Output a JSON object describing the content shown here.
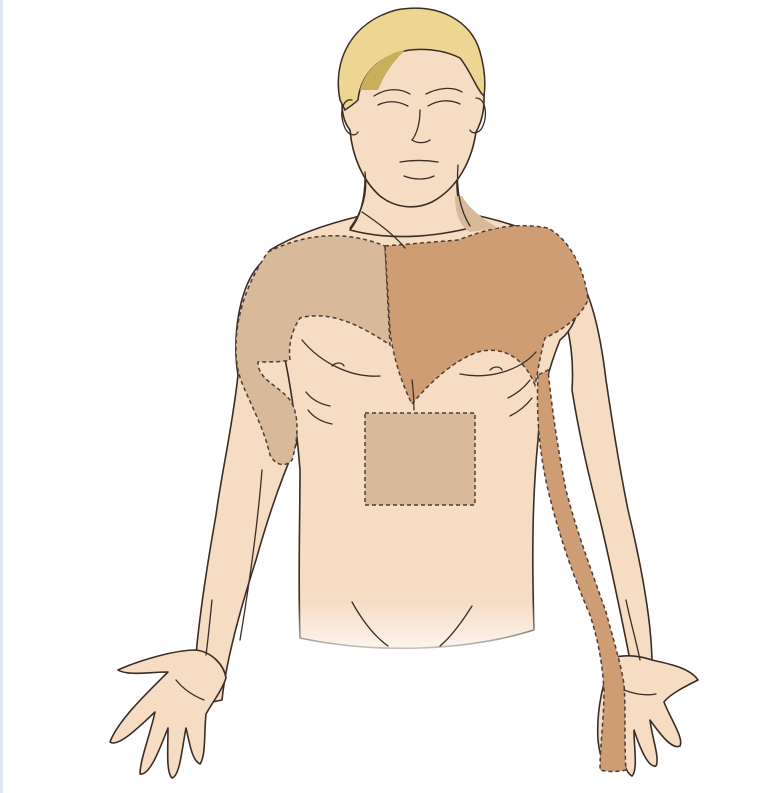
{
  "figure": {
    "subject": "male-upper-body-front-view",
    "colors": {
      "background": "#ffffff",
      "skin": "#f5dcc3",
      "skin_shadow": "#eac6a6",
      "hair": "#ecd692",
      "hair_shadow": "#c9ae5c",
      "outline": "#3a2d25",
      "region_light": "#d8b99a",
      "region_dark": "#cf9d74",
      "dashed_boundary": "#4a3e36",
      "edge_strip": "#dfe8f0"
    },
    "shaded_regions": [
      {
        "id": "right-shoulder-region",
        "shade": "light"
      },
      {
        "id": "left-chest-shoulder-region",
        "shade": "dark"
      },
      {
        "id": "epigastric-region",
        "shade": "light"
      },
      {
        "id": "left-inner-arm-region",
        "shade": "dark"
      },
      {
        "id": "neck-left-region",
        "shade": "light"
      }
    ]
  }
}
